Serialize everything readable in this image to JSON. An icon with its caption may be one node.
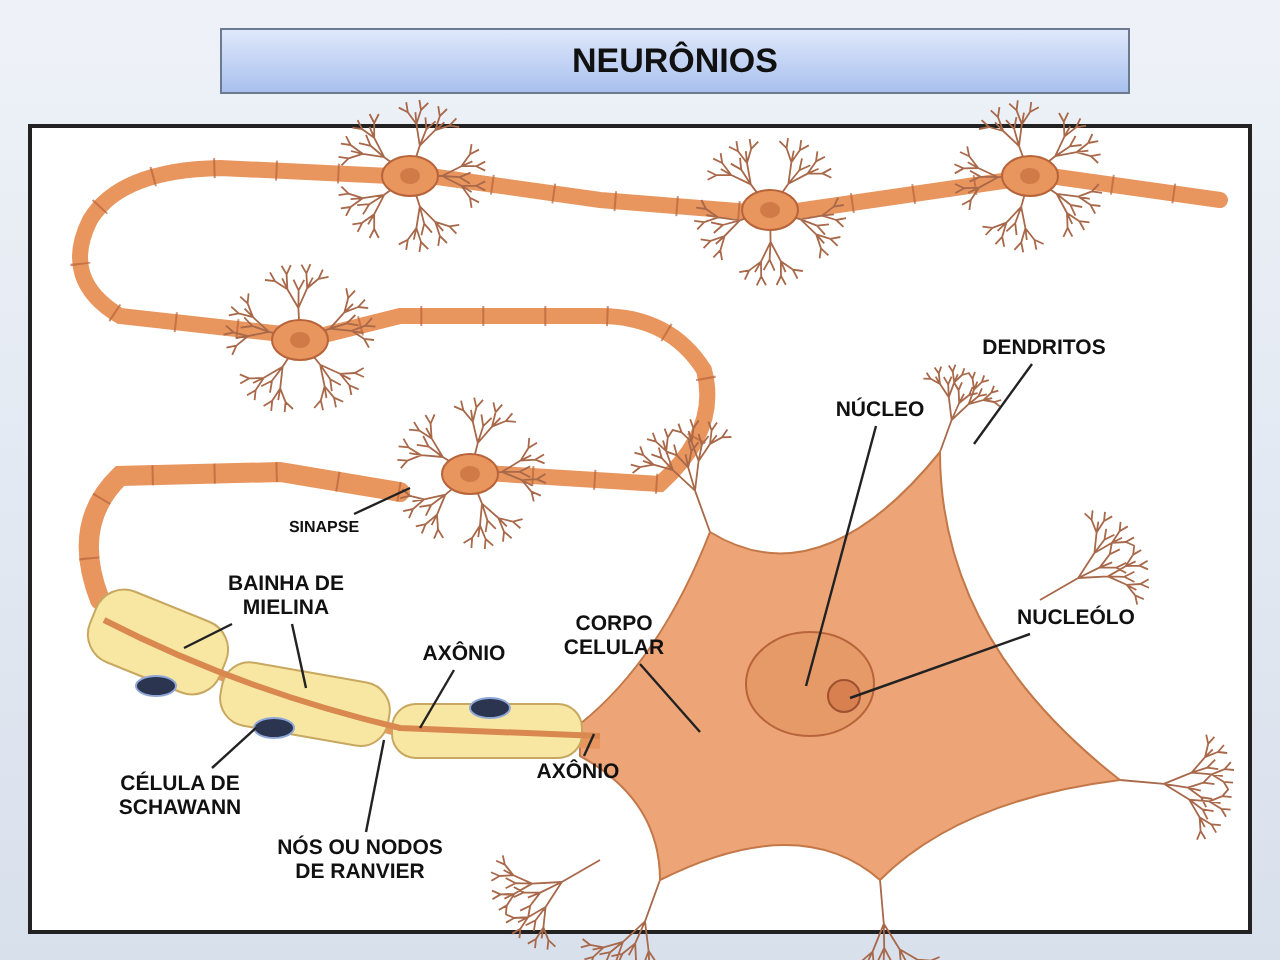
{
  "diagram": {
    "title": "NEURÔNIOS",
    "nodes": [
      {
        "text": [
          "DENDRITOS"
        ]
      },
      {
        "text": [
          "NÚCLEO"
        ]
      },
      {
        "text": [
          "SINAPSE"
        ]
      },
      {
        "text": [
          "BAINHA DE MIELINA"
        ]
      },
      {
        "text": [
          "NUCLEÓLO"
        ]
      },
      {
        "text": [
          "CORPO CELULAR"
        ]
      },
      {
        "text": [
          "AXÔNIO"
        ]
      },
      {
        "text": [
          "AXÔNIO"
        ]
      },
      {
        "text": [
          "CÉLULA DE SCHAWANN"
        ]
      },
      {
        "text": [
          "NÓS OU NODOS DE RANVIER"
        ]
      }
    ],
    "edges": [
      {
        "from": 0,
        "to": null,
        "arrow": "none"
      },
      {
        "from": 1,
        "to": null,
        "arrow": "none"
      },
      {
        "from": 2,
        "to": null,
        "arrow": "none"
      },
      {
        "from": 3,
        "to": null,
        "arrow": "none"
      },
      {
        "from": 3,
        "to": null,
        "arrow": "none"
      },
      {
        "from": 4,
        "to": null,
        "arrow": "none"
      },
      {
        "from": 5,
        "to": null,
        "arrow": "none"
      },
      {
        "from": 6,
        "to": null,
        "arrow": "none"
      },
      {
        "from": 7,
        "to": null,
        "arrow": "none"
      },
      {
        "from": 8,
        "to": null,
        "arrow": "none"
      },
      {
        "from": 9,
        "to": null,
        "arrow": "none"
      }
    ]
  }
}
